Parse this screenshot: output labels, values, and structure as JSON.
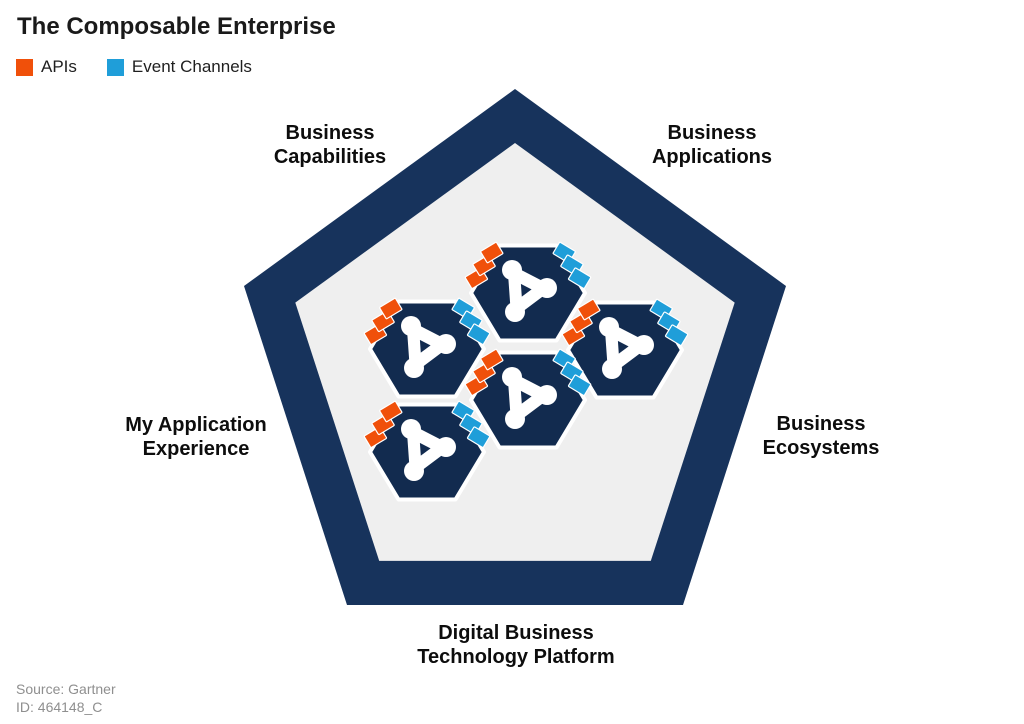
{
  "title": "The Composable Enterprise",
  "legend": {
    "items": [
      {
        "label": "APIs",
        "color": "#F0500A",
        "icon": "api-swatch"
      },
      {
        "label": "Event Channels",
        "color": "#1F9ED9",
        "icon": "event-channel-swatch"
      }
    ]
  },
  "diagram": {
    "type": "pentagon-hexagon-infographic",
    "pentagon_labels": {
      "top_left": "Business\nCapabilities",
      "top_right": "Business\nApplications",
      "left": "My Application\nExperience",
      "right": "Business\nEcosystems",
      "bottom": "Digital Business\nTechnology Platform"
    },
    "module_count": 5,
    "module_icon": "network-triangle-icon",
    "module_tabs": {
      "api_tabs_per_module": 3,
      "event_channel_tabs_per_module": 3
    }
  },
  "colors": {
    "pentagon_navy": "#17335C",
    "hexagon_navy": "#122B4F",
    "api_orange": "#F0500A",
    "event_blue": "#1F9ED9",
    "pentagon_fill": "#EFEFEF"
  },
  "footer": {
    "source": "Source: Gartner",
    "id": "ID: 464148_C"
  }
}
